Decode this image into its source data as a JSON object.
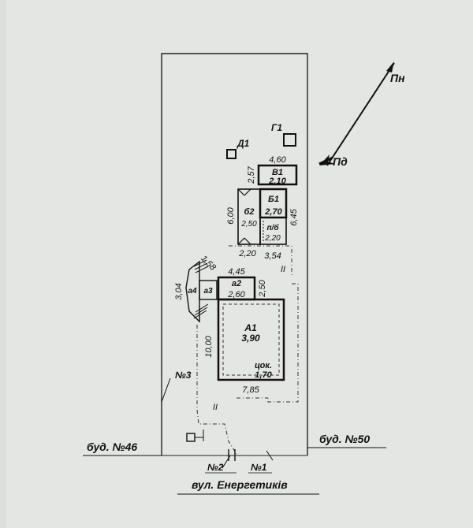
{
  "directions": {
    "north": "Пн",
    "south": "Пд"
  },
  "outbuildings": {
    "d1": "Д1",
    "g1": "Г1"
  },
  "buildings": {
    "v1": {
      "name": "В1",
      "height": "2,10"
    },
    "b1": {
      "name": "Б1",
      "height": "2,70"
    },
    "b2": {
      "name": "б2",
      "height": "2,50"
    },
    "pb": {
      "name": "п/б",
      "height": "2,20"
    },
    "a2": {
      "name": "а2",
      "height": "2,60"
    },
    "a1": {
      "name": "А1",
      "height": "3,90",
      "plinth_label": "цок.",
      "plinth_height": "1,70"
    },
    "a3": {
      "name": "а3"
    },
    "a4": {
      "name": "а4"
    }
  },
  "dimensions": {
    "d460": "4,60",
    "d257": "2,57",
    "d600": "6,00",
    "d645": "6,45",
    "d220": "2,20",
    "d354": "3,54",
    "d158": "1,58",
    "d445": "4,45",
    "d304": "3,04",
    "d250": "2,50",
    "d1000": "10,00",
    "d785": "7,85"
  },
  "zone_marks": {
    "upper": "II",
    "lower": "II"
  },
  "points": {
    "n1": "№1",
    "n2": "№2",
    "n3": "№3"
  },
  "neighbors": {
    "left": "буд. №46",
    "right": "буд. №50"
  },
  "street": "вул. Енергетиків"
}
